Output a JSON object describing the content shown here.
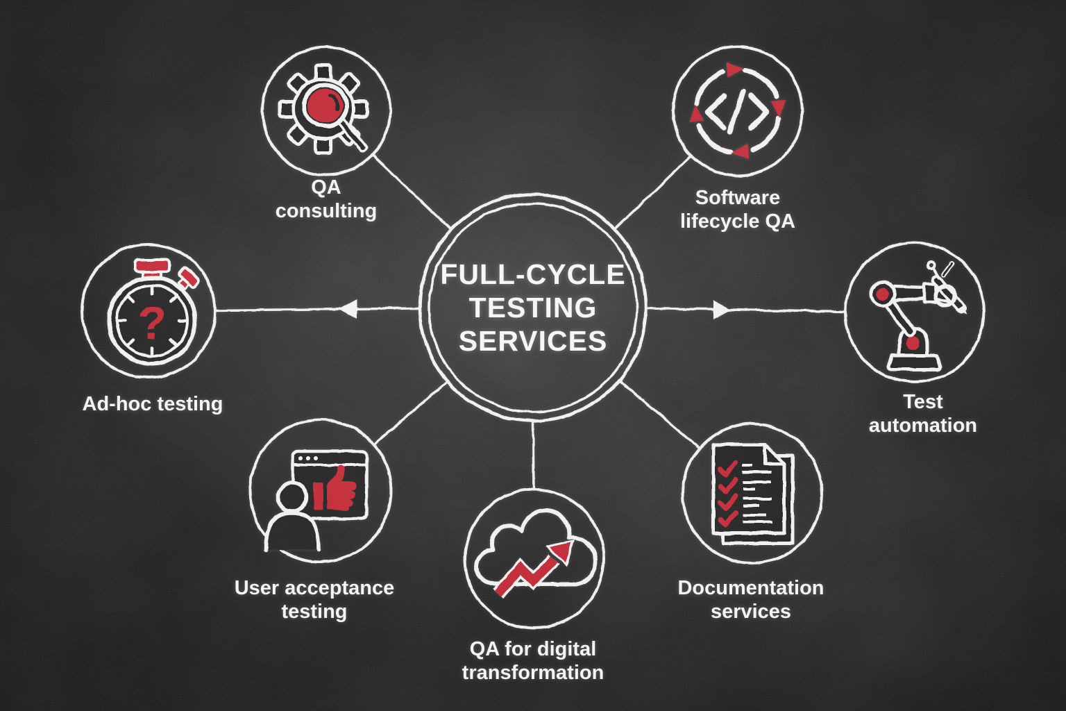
{
  "title": {
    "lines": [
      "FULL-CYCLE",
      "TESTING",
      "SERVICES"
    ]
  },
  "nodes": [
    {
      "id": "qa-consulting",
      "icon": "gear-magnifier-icon",
      "label_lines": [
        "QA",
        "consulting"
      ]
    },
    {
      "id": "software-lifecycle-qa",
      "icon": "code-cycle-icon",
      "label_lines": [
        "Software",
        "lifecycle QA"
      ]
    },
    {
      "id": "test-automation",
      "icon": "robot-arm-icon",
      "label_lines": [
        "Test",
        "automation"
      ]
    },
    {
      "id": "documentation-services",
      "icon": "checklist-document-icon",
      "label_lines": [
        "Documentation",
        "services"
      ]
    },
    {
      "id": "qa-digital-transformation",
      "icon": "cloud-growth-arrow-icon",
      "label_lines": [
        "QA for digital",
        "transformation"
      ]
    },
    {
      "id": "user-acceptance-testing",
      "icon": "user-thumbs-up-icon",
      "label_lines": [
        "User acceptance",
        "testing"
      ]
    },
    {
      "id": "ad-hoc-testing",
      "icon": "stopwatch-question-icon",
      "label_lines": [
        "Ad-hoc testing"
      ]
    }
  ],
  "icons": {
    "stopwatch_glyph": "?"
  },
  "colors": {
    "accent_red": "#c0212e",
    "chalk_white": "#efefef",
    "background": "#1f1f1f"
  }
}
